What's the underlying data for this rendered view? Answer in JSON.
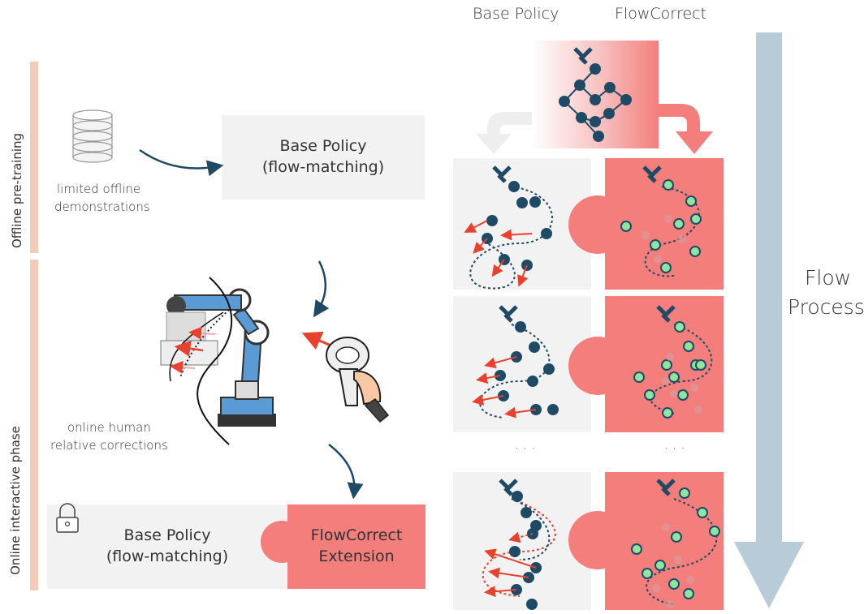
{
  "header": {
    "base_policy": "Base Policy",
    "flowcorrect": "FlowCorrect"
  },
  "phases": {
    "offline": "Offline pre-training",
    "online": "Online interactive phase"
  },
  "offline": {
    "data_caption_line1": "limited offline",
    "data_caption_line2": "demonstrations",
    "policy_line1": "Base Policy",
    "policy_line2": "(flow-matching)"
  },
  "online": {
    "human_caption_line1": "online human",
    "human_caption_line2": "relative corrections"
  },
  "final": {
    "policy_line1": "Base Policy",
    "policy_line2": "(flow-matching)",
    "extension_line1": "FlowCorrect",
    "extension_line2": "Extension"
  },
  "flow": {
    "line1": "Flow",
    "line2": "Process"
  },
  "ellipsis": "· · ·",
  "colors": {
    "red": "#f47e7c",
    "grey": "#f2f2f2",
    "navy": "#1f4a66",
    "green": "#8fe5a0",
    "flow": "#b7ccd6",
    "phase_bar": "#f3cbb8"
  }
}
